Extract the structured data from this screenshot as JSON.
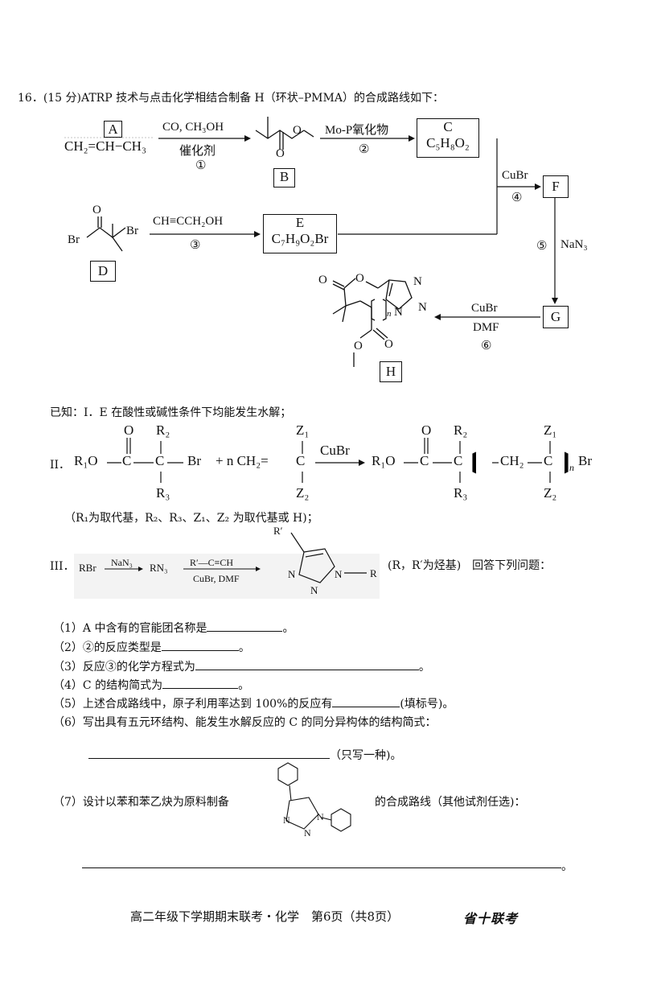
{
  "question": {
    "header": "16．(15 分)ATRP 技术与点击化学相结合制备 H（环状–PMMA）的合成路线如下："
  },
  "scheme": {
    "box_A": "A",
    "propene": "CH₂=CH−CH₃",
    "r1_reagent": "CO, CH₃OH",
    "r1_cat": "催化剂",
    "r1_num": "①",
    "box_B": "B",
    "r2_reagent": "Mo-P氧化物",
    "r2_num": "②",
    "box_C_label": "C",
    "box_C_formula": "C₅H₈O₂",
    "r4_reagent": "CuBr",
    "r4_num": "④",
    "box_F": "F",
    "d_O": "O",
    "d_Br1": "Br",
    "d_Br2": "Br",
    "box_D": "D",
    "r3_reagent": "CH≡CCH₂OH",
    "r3_num": "③",
    "box_E_label": "E",
    "box_E_formula": "C₇H₉O₂Br",
    "r5_num": "⑤",
    "r5_reagent": "NaN₃",
    "box_G": "G",
    "r6_reagent": "CuBr",
    "r6_solvent": "DMF",
    "r6_num": "⑥",
    "box_H": "H",
    "h_O1": "O",
    "h_O2": "O",
    "h_O3": "O",
    "h_O4": "O",
    "h_N1": "N",
    "h_N2": "N",
    "h_N3": "N",
    "h_n": "n"
  },
  "known": {
    "intro": "已知：I．E 在酸性或碱性条件下均能发生水解；",
    "ii_label": "II．",
    "ii_R1O": "R₁O",
    "ii_C1": "C",
    "ii_C2": "C",
    "ii_Br": "Br",
    "ii_O": "O",
    "ii_R2": "R₂",
    "ii_R3": "R₃",
    "ii_plus": "+ n CH₂=",
    "ii_C3": "C",
    "ii_Z1": "Z₁",
    "ii_Z2": "Z₂",
    "ii_reagent": "CuBr",
    "ii_p_R1O": "R₁O",
    "ii_p_C1": "C",
    "ii_p_C2": "C",
    "ii_p_O": "O",
    "ii_p_R2": "R₂",
    "ii_p_R3": "R₃",
    "ii_p_CH2": "CH₂",
    "ii_p_C3": "C",
    "ii_p_Z1": "Z₁",
    "ii_p_Z2": "Z₂",
    "ii_p_n": "n",
    "ii_p_Br": "Br",
    "ii_note": "（R₁为取代基，R₂、R₃、Z₁、Z₂ 为取代基或 H)；",
    "iii_label": "III．",
    "iii_RBr": "RBr",
    "iii_NaN3": "NaN₃",
    "iii_RN3": "RN₃",
    "iii_alkyne": "R′—C≡CH",
    "iii_cond": "CuBr, DMF",
    "iii_Rp": "R′",
    "iii_N1": "N",
    "iii_N2": "N",
    "iii_N3": "N",
    "iii_R": "R",
    "iii_note": "(R，R′为烃基)　回答下列问题："
  },
  "questions": [
    {
      "prefix": "（1）A 中含有的官能团名称是",
      "suffix": "。"
    },
    {
      "prefix": "（2）②的反应类型是",
      "suffix": "。"
    },
    {
      "prefix": "（3）反应③的化学方程式为",
      "suffix": "。"
    },
    {
      "prefix": "（4）C 的结构简式为",
      "suffix": "。"
    },
    {
      "prefix": "（5）上述合成路线中，原子利用率达到 100%的反应有",
      "suffix": "(填标号)。"
    },
    {
      "prefix": "（6）写出具有五元环结构、能发生水解反应的 C 的同分异构体的结构简式：",
      "suffix": ""
    }
  ],
  "q6_tail": "（只写一种)。",
  "q7": {
    "prefix": "（7）设计以苯和苯乙炔为原料制备",
    "suffix": "的合成路线（其他试剂任选)：",
    "N1": "N",
    "N2": "N",
    "N3": "N"
  },
  "end_mark": "。",
  "footer": {
    "text": "高二年级下学期期末联考・化学　第6页（共8页）",
    "stamp": "省十联考"
  }
}
